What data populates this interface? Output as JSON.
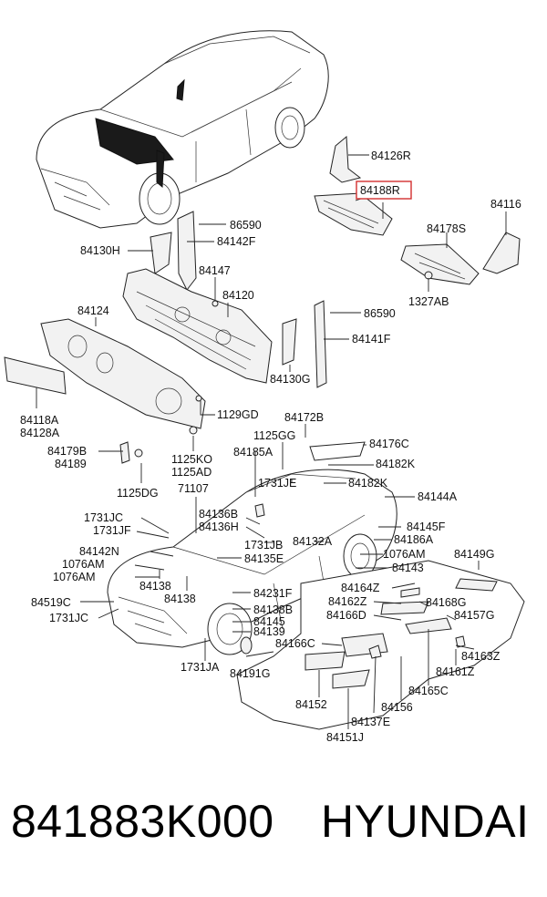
{
  "callouts": [
    {
      "id": "84126R"
    },
    {
      "id": "84188R"
    },
    {
      "id": "84116"
    },
    {
      "id": "84178S"
    },
    {
      "id": "1327AB"
    },
    {
      "id": "86590"
    },
    {
      "id": "84142F"
    },
    {
      "id": "84130H"
    },
    {
      "id": "84147"
    },
    {
      "id": "84120"
    },
    {
      "id": "86590"
    },
    {
      "id": "84141F"
    },
    {
      "id": "84124"
    },
    {
      "id": "84130G"
    },
    {
      "id": "84118A"
    },
    {
      "id": "84128A"
    },
    {
      "id": "1129GD"
    },
    {
      "id": "84172B"
    },
    {
      "id": "1125GG"
    },
    {
      "id": "84176C"
    },
    {
      "id": "84179B"
    },
    {
      "id": "84189"
    },
    {
      "id": "84185A"
    },
    {
      "id": "84182K"
    },
    {
      "id": "1125KO"
    },
    {
      "id": "1125AD"
    },
    {
      "id": "1731JE"
    },
    {
      "id": "84182K"
    },
    {
      "id": "1125DG"
    },
    {
      "id": "71107"
    },
    {
      "id": "84144A"
    },
    {
      "id": "1731JC"
    },
    {
      "id": "84136B"
    },
    {
      "id": "1731JF"
    },
    {
      "id": "84136H"
    },
    {
      "id": "84145F"
    },
    {
      "id": "84186A"
    },
    {
      "id": "1731JB"
    },
    {
      "id": "84132A"
    },
    {
      "id": "84142N"
    },
    {
      "id": "84135E"
    },
    {
      "id": "1076AM"
    },
    {
      "id": "84149G"
    },
    {
      "id": "1076AM"
    },
    {
      "id": "84143"
    },
    {
      "id": "1076AM"
    },
    {
      "id": "84138"
    },
    {
      "id": "84164Z"
    },
    {
      "id": "84231F"
    },
    {
      "id": "84162Z"
    },
    {
      "id": "84168G"
    },
    {
      "id": "84519C"
    },
    {
      "id": "84138"
    },
    {
      "id": "84138B"
    },
    {
      "id": "84166D"
    },
    {
      "id": "84157G"
    },
    {
      "id": "1731JC"
    },
    {
      "id": "84145"
    },
    {
      "id": "84139"
    },
    {
      "id": "84166C"
    },
    {
      "id": "84163Z"
    },
    {
      "id": "1731JA"
    },
    {
      "id": "84191G"
    },
    {
      "id": "84161Z"
    },
    {
      "id": "84165C"
    },
    {
      "id": "84152"
    },
    {
      "id": "84156"
    },
    {
      "id": "84137E"
    },
    {
      "id": "84151J"
    }
  ],
  "highlight_callout": "84188R",
  "highlight_color": "#d32f2f",
  "footer": {
    "part_number": "841883K000",
    "brand": "HYUNDAI"
  }
}
